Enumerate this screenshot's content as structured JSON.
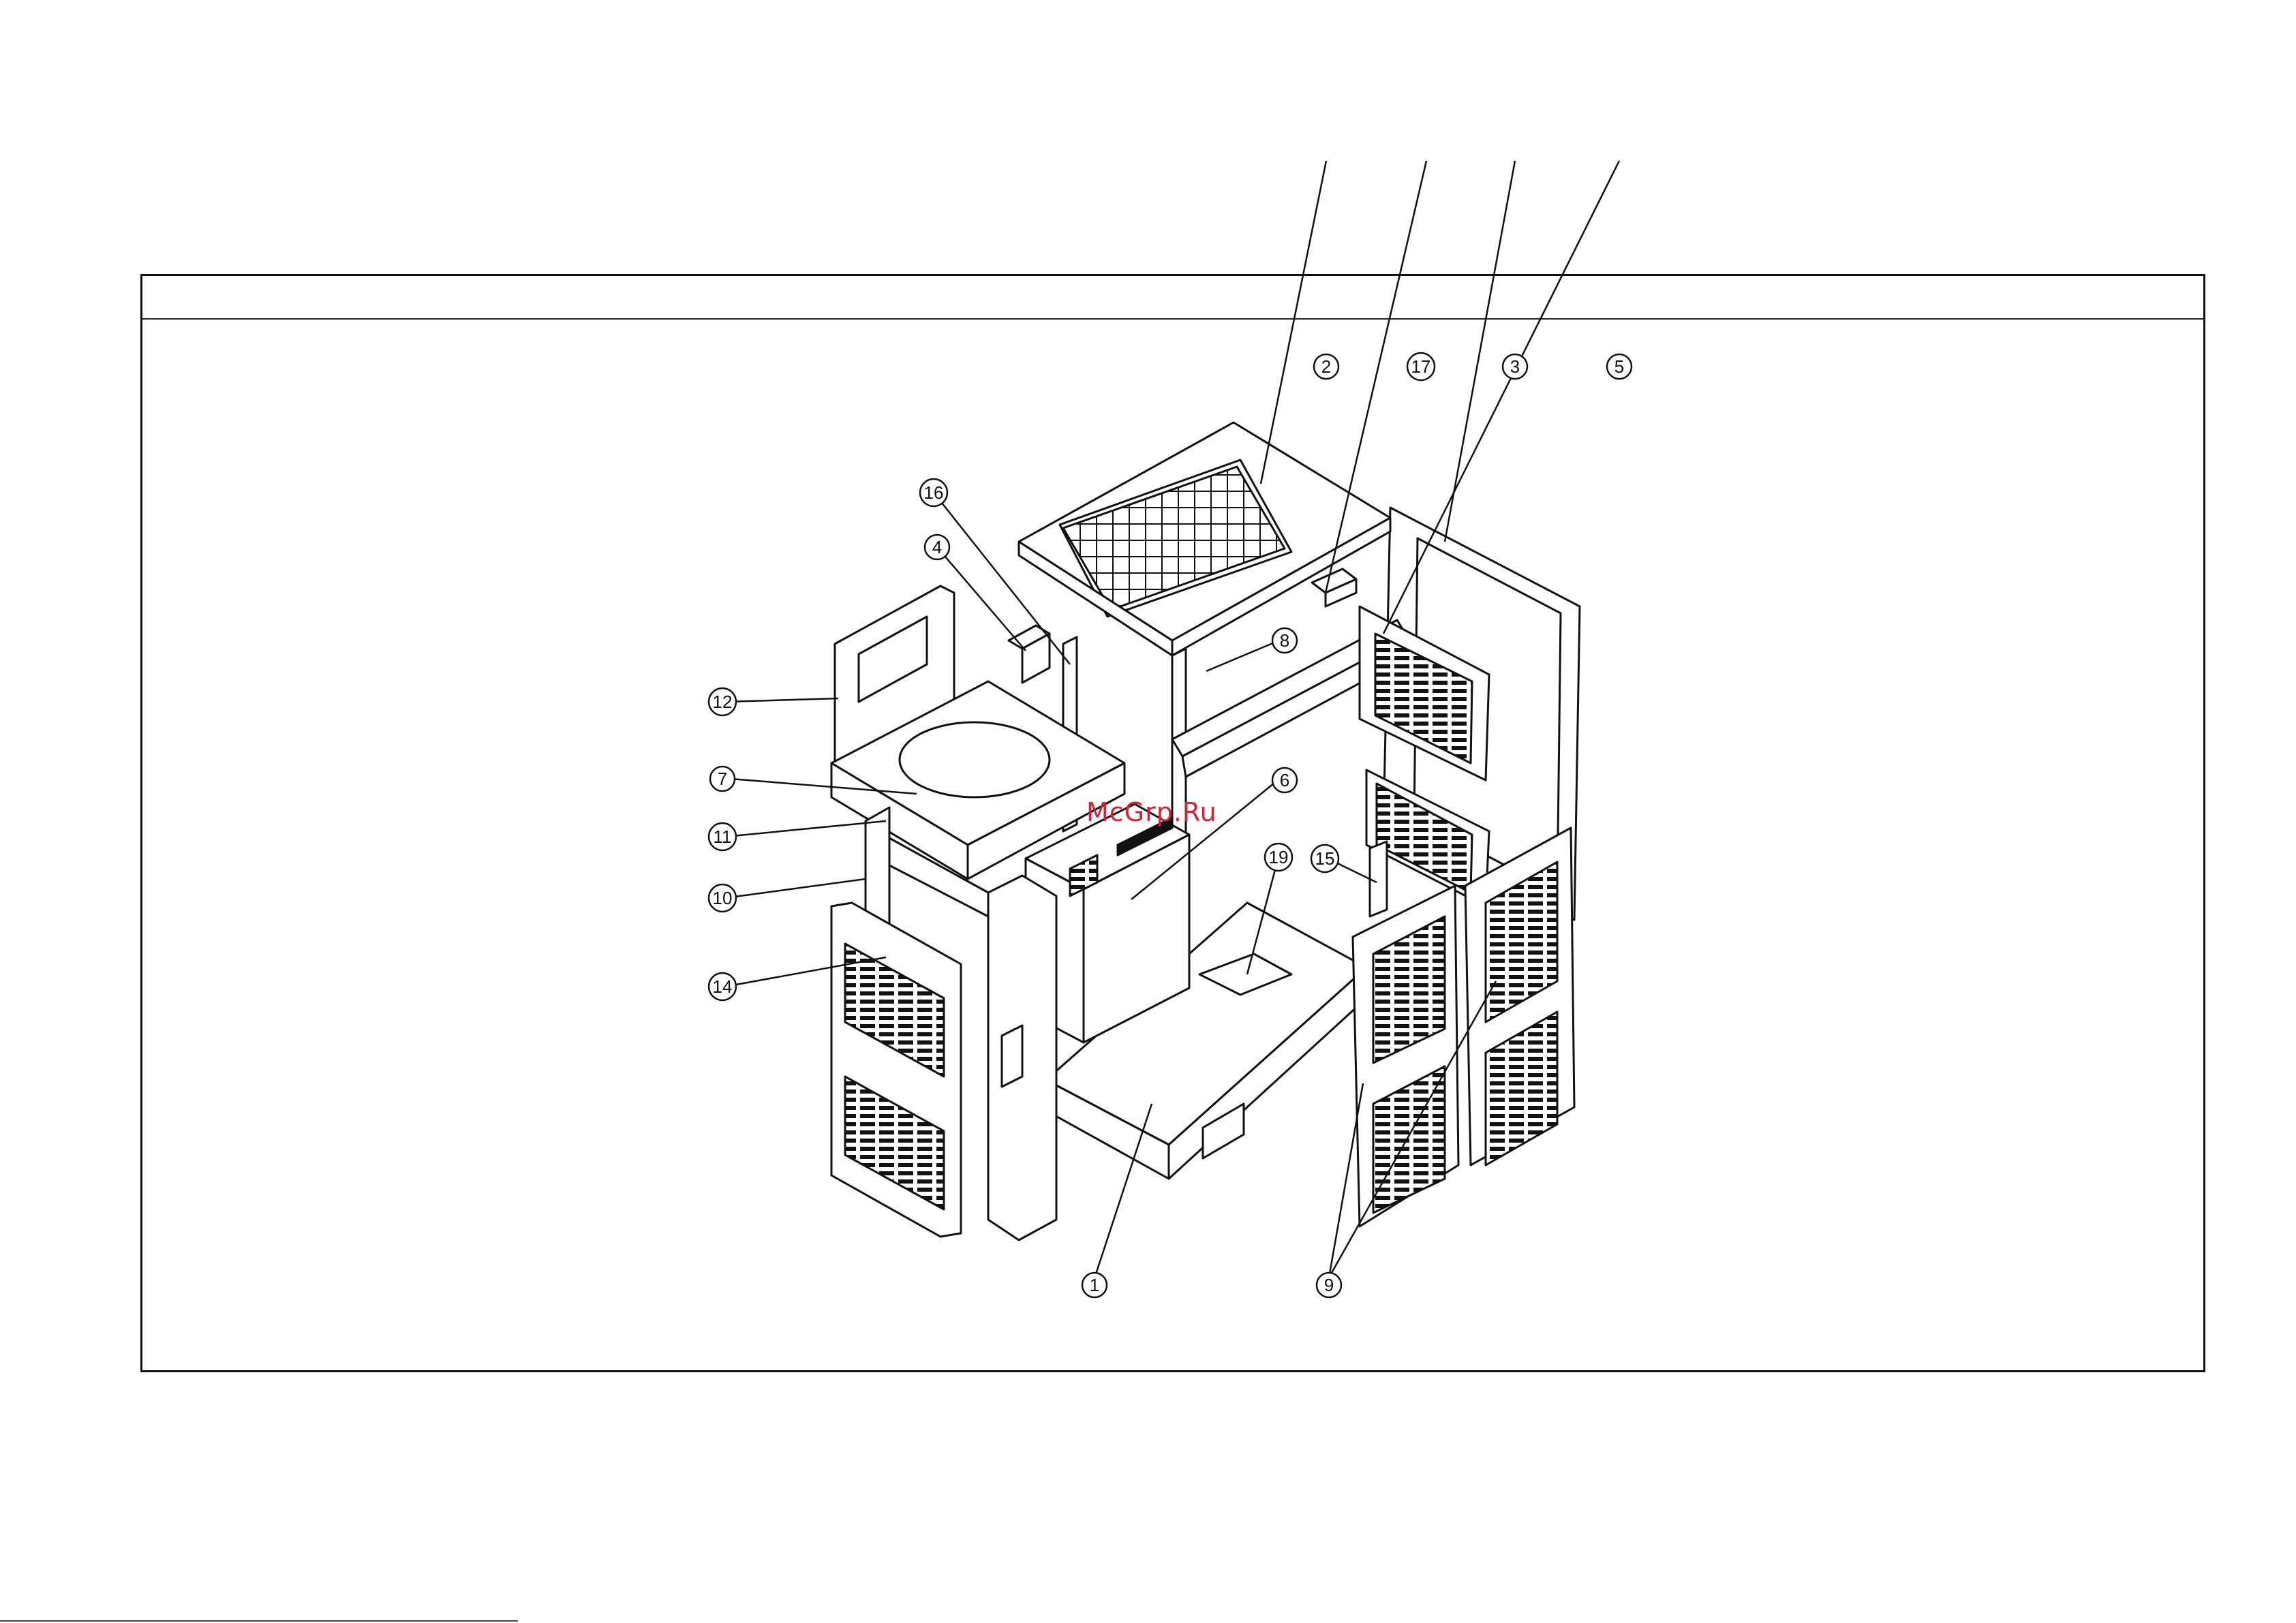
{
  "watermark": "McGrp.Ru",
  "callouts": [
    {
      "name": "callout-1",
      "label": "1"
    },
    {
      "name": "callout-2",
      "label": "2"
    },
    {
      "name": "callout-3",
      "label": "3"
    },
    {
      "name": "callout-4",
      "label": "4"
    },
    {
      "name": "callout-5",
      "label": "5"
    },
    {
      "name": "callout-6",
      "label": "6"
    },
    {
      "name": "callout-7",
      "label": "7"
    },
    {
      "name": "callout-8",
      "label": "8"
    },
    {
      "name": "callout-9",
      "label": "9"
    },
    {
      "name": "callout-10",
      "label": "10"
    },
    {
      "name": "callout-11",
      "label": "11"
    },
    {
      "name": "callout-12",
      "label": "12"
    },
    {
      "name": "callout-14",
      "label": "14"
    },
    {
      "name": "callout-15",
      "label": "15"
    },
    {
      "name": "callout-16",
      "label": "16"
    },
    {
      "name": "callout-17",
      "label": "17"
    },
    {
      "name": "callout-19",
      "label": "19"
    }
  ]
}
